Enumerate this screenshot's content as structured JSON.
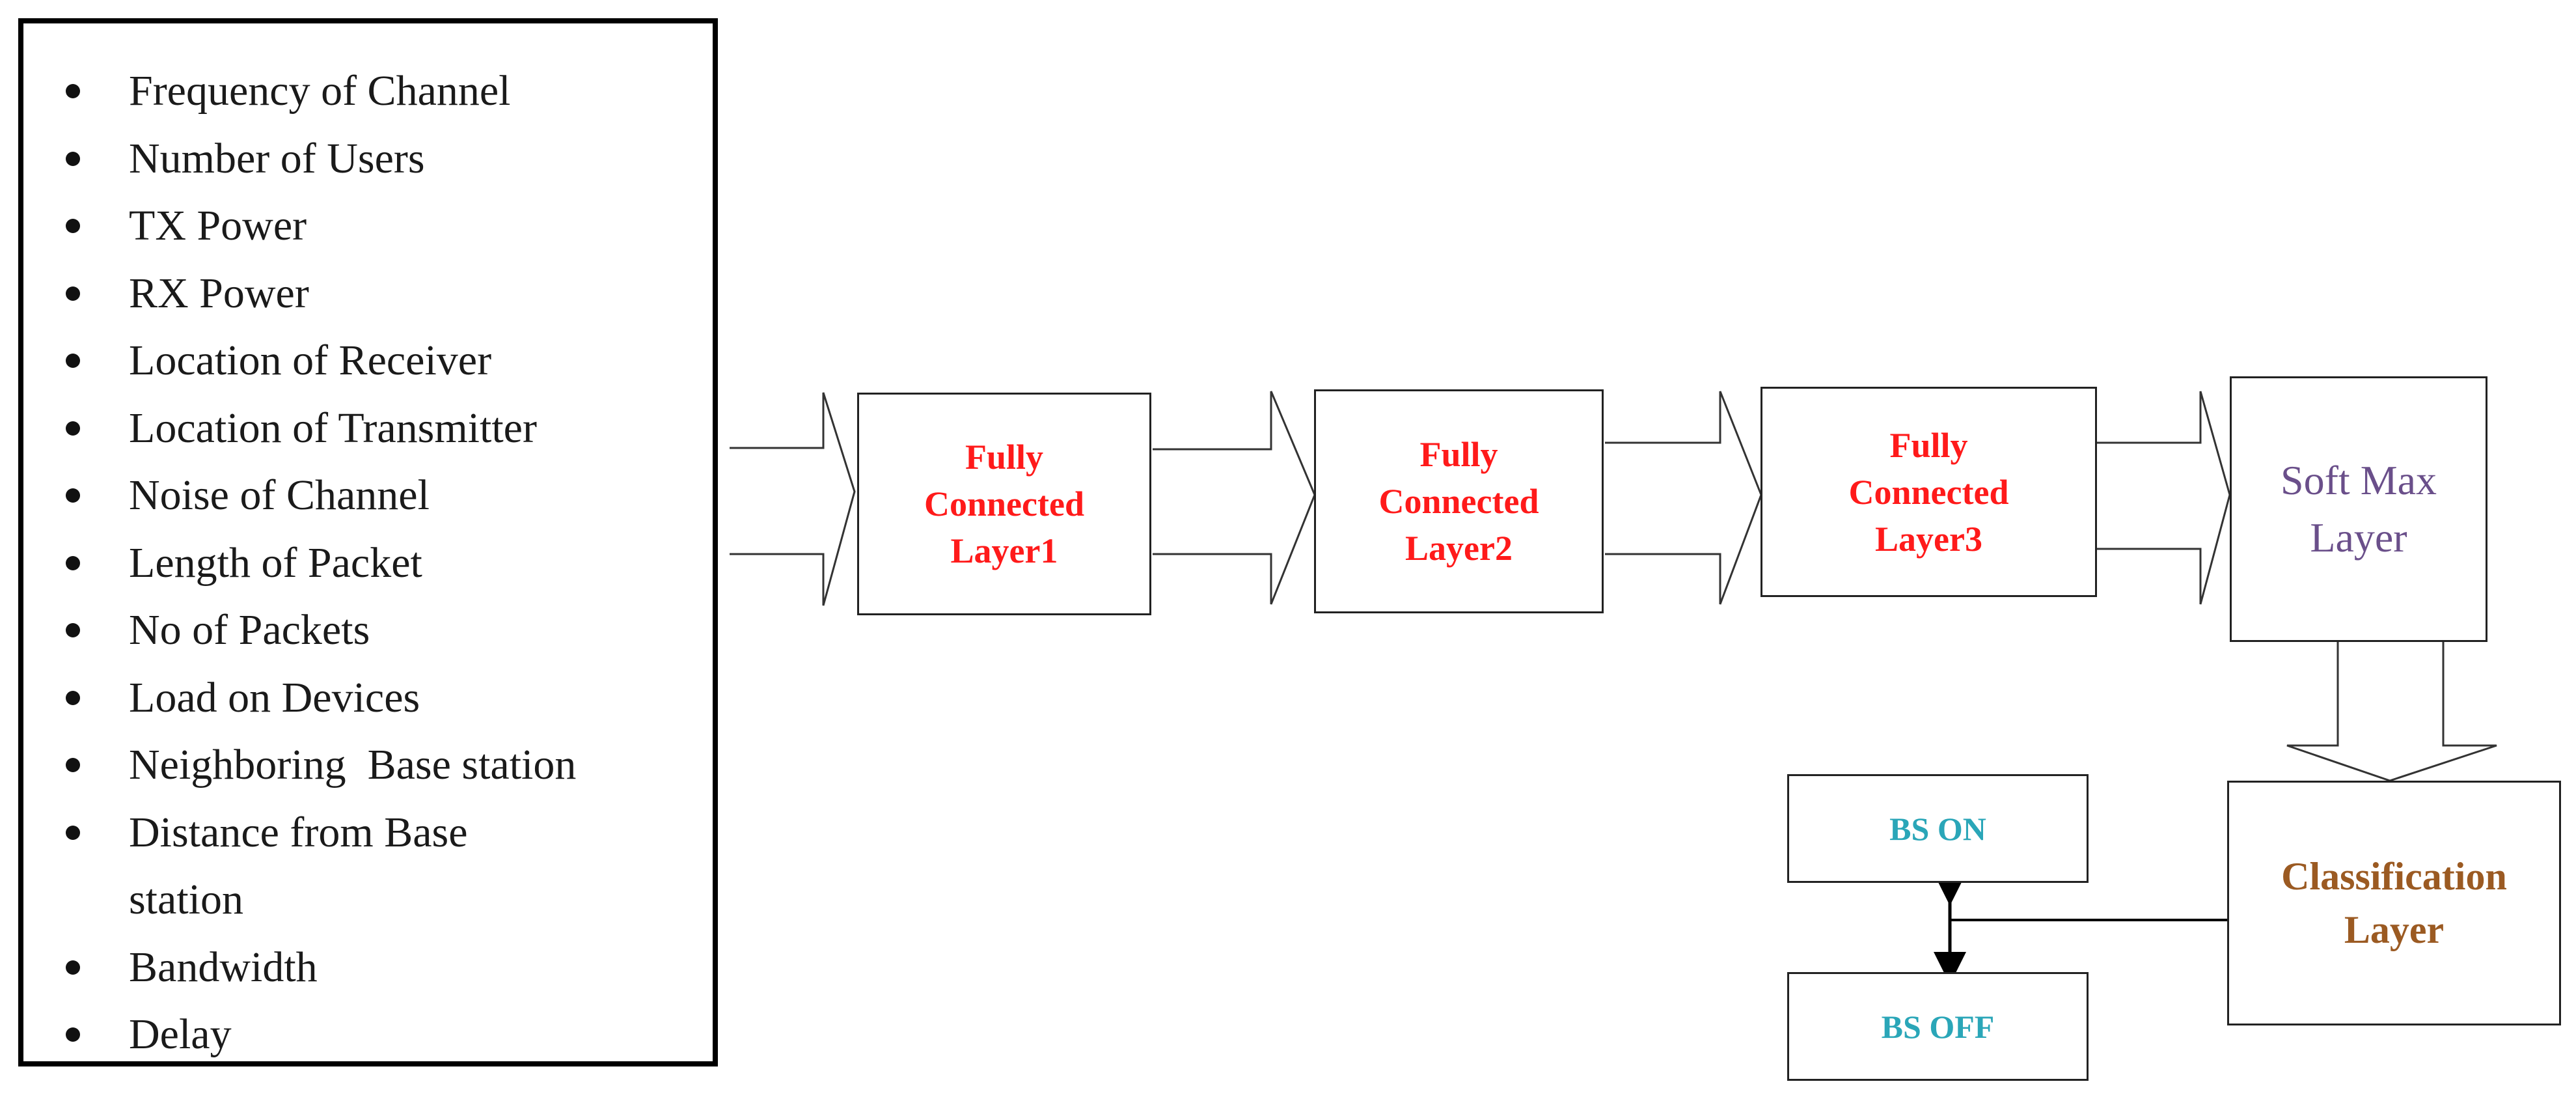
{
  "features": [
    {
      "label": "Frequency of Channel"
    },
    {
      "label": "Number of Users"
    },
    {
      "label": "TX Power"
    },
    {
      "label": "RX Power"
    },
    {
      "label": "Location of Receiver"
    },
    {
      "label": "Location of Transmitter"
    },
    {
      "label": "Noise of Channel"
    },
    {
      "label": "Length of Packet"
    },
    {
      "label": "No of Packets"
    },
    {
      "label": "Load on Devices"
    },
    {
      "label": "Neighboring  Base station"
    },
    {
      "label": "Distance from Base",
      "continuation": "station"
    },
    {
      "label": "Bandwidth"
    },
    {
      "label": "Delay"
    }
  ],
  "layers": {
    "fc1": "Fully\nConnected\nLayer1",
    "fc2": "Fully\nConnected\nLayer2",
    "fc3": "Fully\nConnected\nLayer3",
    "softmax": "Soft Max\nLayer",
    "classification": "Classification\nLayer",
    "bs_on": "BS ON",
    "bs_off": "BS OFF"
  },
  "colors": {
    "fully_connected_text": "#ff1a1a",
    "softmax_text": "#6a4f8a",
    "classification_text": "#9b5a22",
    "bs_text": "#2aa6b8"
  }
}
